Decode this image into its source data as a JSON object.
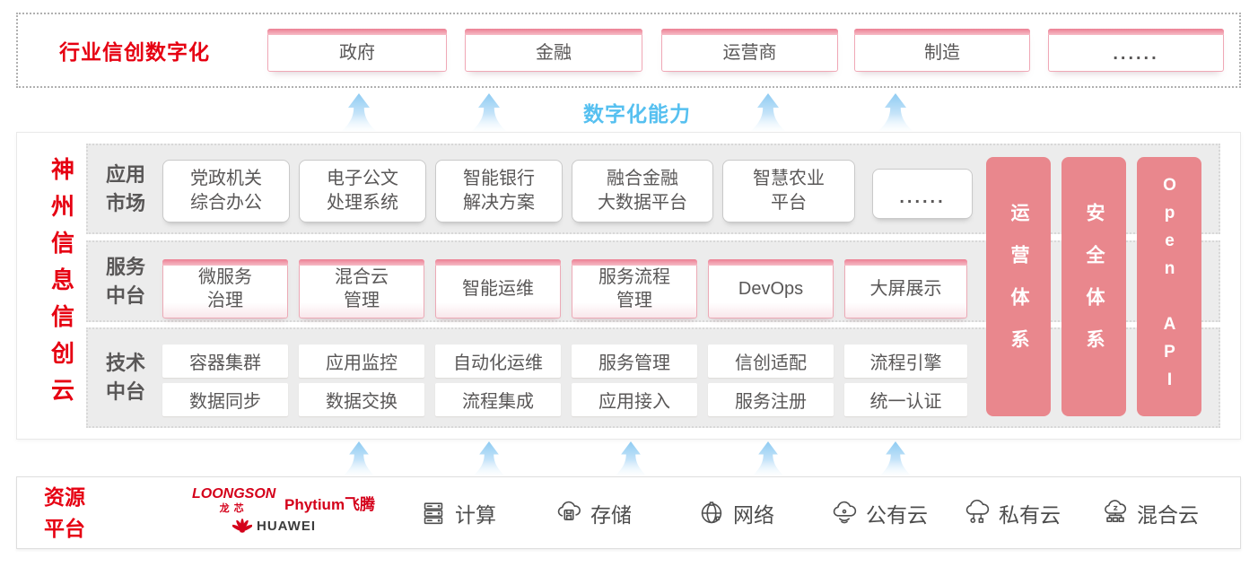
{
  "top_banner": {
    "title": "行业信创数字化",
    "industries": [
      "政府",
      "金融",
      "运营商",
      "制造",
      "......"
    ]
  },
  "capability_label": "数字化能力",
  "platform": {
    "left_title": "神州信息信创云",
    "app_market": {
      "label": "应用\n市场",
      "boxes": [
        "党政机关\n综合办公",
        "电子公文\n处理系统",
        "智能银行\n解决方案",
        "融合金融\n大数据平台",
        "智慧农业\n平台",
        "......"
      ]
    },
    "service_middle": {
      "label": "服务\n中台",
      "boxes": [
        "微服务\n治理",
        "混合云\n管理",
        "智能运维",
        "服务流程\n管理",
        "DevOps",
        "大屏展示"
      ]
    },
    "tech_middle": {
      "label": "技术\n中台",
      "boxes_top": [
        "容器集群",
        "应用监控",
        "自动化运维",
        "服务管理",
        "信创适配",
        "流程引擎"
      ],
      "boxes_bottom": [
        "数据同步",
        "数据交换",
        "流程集成",
        "应用接入",
        "服务注册",
        "统一认证"
      ]
    },
    "pillars": [
      "运营体系",
      "安全体系",
      "Open API"
    ]
  },
  "resource_platform": {
    "title": "资源\n平台",
    "vendors": {
      "loongson": "LOONGSON",
      "loongson_sub": "龙芯",
      "phytium": "Phytium飞腾",
      "huawei": "HUAWEI"
    },
    "items": [
      {
        "icon": "compute-icon",
        "label": "计算"
      },
      {
        "icon": "storage-icon",
        "label": "存储"
      },
      {
        "icon": "network-icon",
        "label": "网络"
      },
      {
        "icon": "public-cloud-icon",
        "label": "公有云"
      },
      {
        "icon": "private-cloud-icon",
        "label": "私有云"
      },
      {
        "icon": "hybrid-cloud-icon",
        "label": "混合云"
      }
    ]
  },
  "colors": {
    "brand_red": "#e60012",
    "pillar_pink": "#e9878d",
    "capability_blue": "#56c0f0",
    "box_text_gray": "#595757",
    "pink_border": "#ecaab6"
  }
}
